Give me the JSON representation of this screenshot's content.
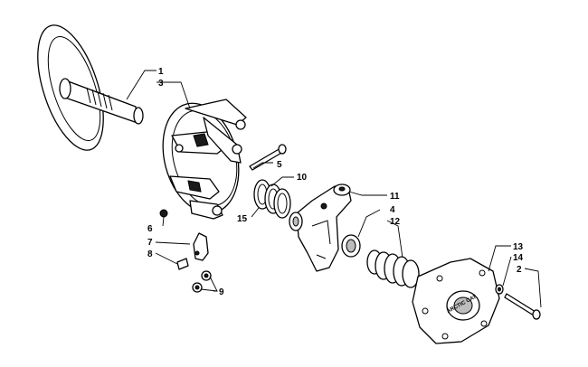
{
  "callouts": {
    "c1": "1",
    "c2": "2",
    "c3": "3",
    "c4": "4",
    "c5": "5",
    "c6": "6",
    "c7": "7",
    "c8": "8",
    "c9": "9",
    "c10": "10",
    "c11": "11",
    "c12": "12",
    "c13": "13",
    "c14": "14",
    "c15": "15"
  },
  "cover_plate_text": "ARCTIC CAT"
}
